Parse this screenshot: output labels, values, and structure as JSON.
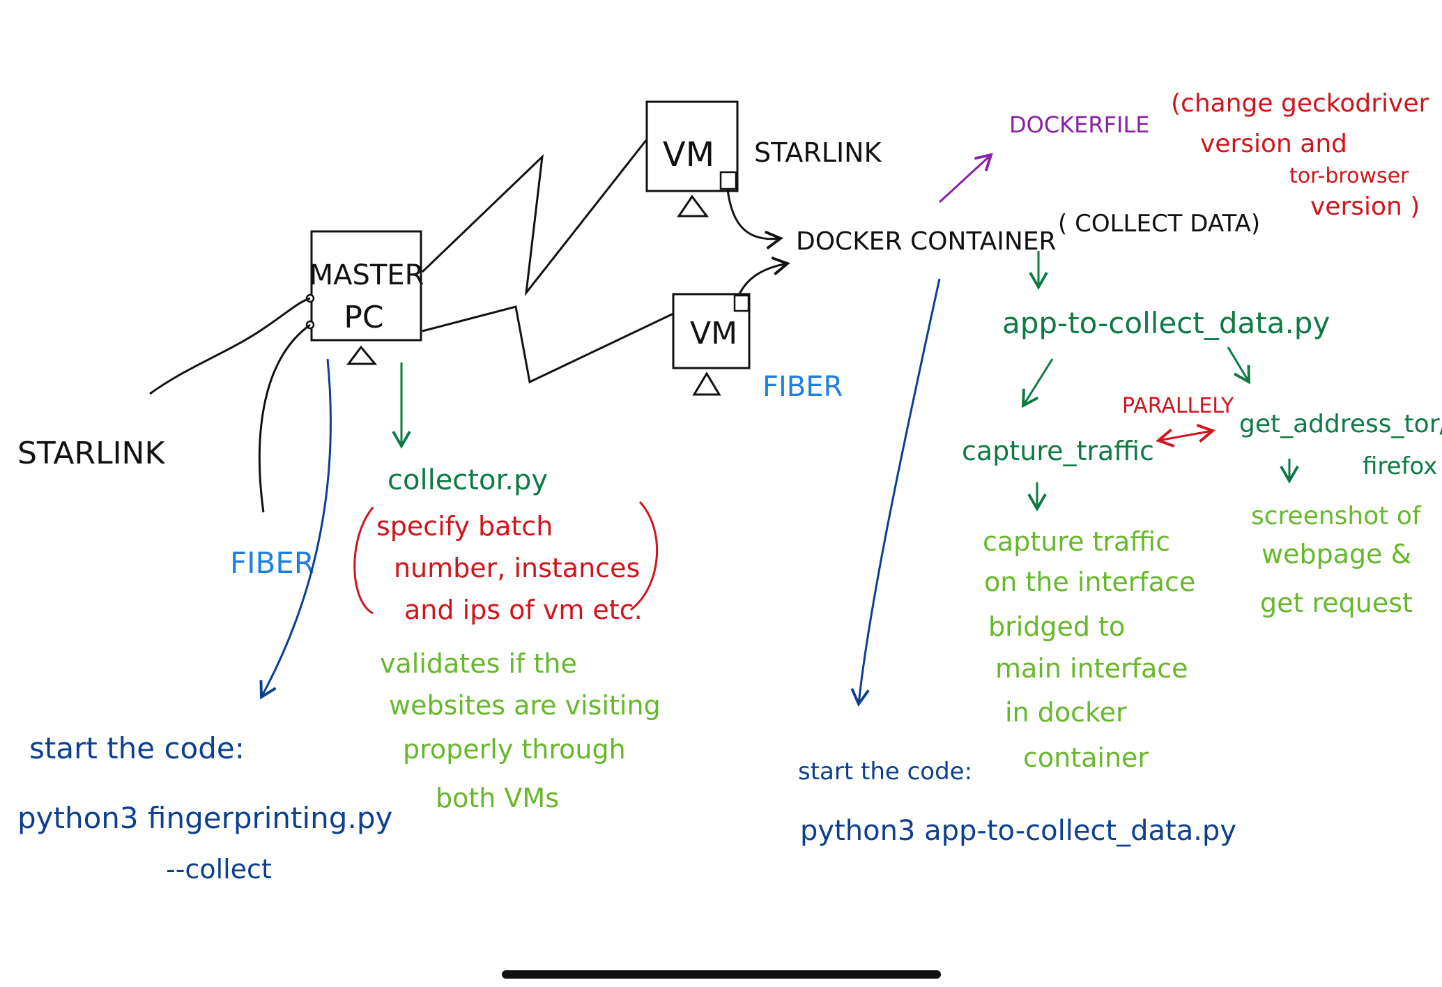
{
  "colors": {
    "black": "#111111",
    "dark_blue": "#0b3f8f",
    "light_blue": "#1f7fe0",
    "dark_green": "#0c7a42",
    "light_green": "#66b82a",
    "red": "#d0141b",
    "purple": "#8a1fa8"
  },
  "nodes": {
    "master_pc": {
      "line1": "MASTER",
      "line2": "PC"
    },
    "vm_top": "VM",
    "vm_bottom": "VM",
    "docker_container": "DOCKER CONTAINER",
    "collect_data_note": "( COLLECT DATA)",
    "dockerfile": "DOCKERFILE"
  },
  "links": {
    "starlink_left": "STARLINK",
    "fiber_left": "FIBER",
    "starlink_top": "STARLINK",
    "fiber_right": "FIBER"
  },
  "collector": {
    "filename": "collector.py",
    "note_lines": [
      "specify batch",
      "number, instances",
      "and ips of vm etc."
    ],
    "validates_lines": [
      "validates if the",
      "websites are visiting",
      "properly through",
      "both VMs"
    ]
  },
  "dockerfile_note": {
    "lines": [
      "(change geckodriver",
      "version and",
      "tor-browser",
      "version )"
    ]
  },
  "app": {
    "filename": "app-to-collect_data.py",
    "parallely": "PARALLELY",
    "capture_traffic": "capture_traffic",
    "get_address": "get_address_tor/",
    "firefox": "firefox",
    "capture_desc_lines": [
      "capture traffic",
      "on the interface",
      "bridged to",
      "main interface",
      "in docker",
      "container"
    ],
    "screenshot_desc_lines": [
      "screenshot of",
      "webpage &",
      "get request"
    ]
  },
  "start_left": {
    "label": "start the code:",
    "cmd_line1": "python3 fingerprinting.py",
    "cmd_line2": "--collect"
  },
  "start_right": {
    "label": "start the code:",
    "cmd": "python3 app-to-collect_data.py"
  }
}
